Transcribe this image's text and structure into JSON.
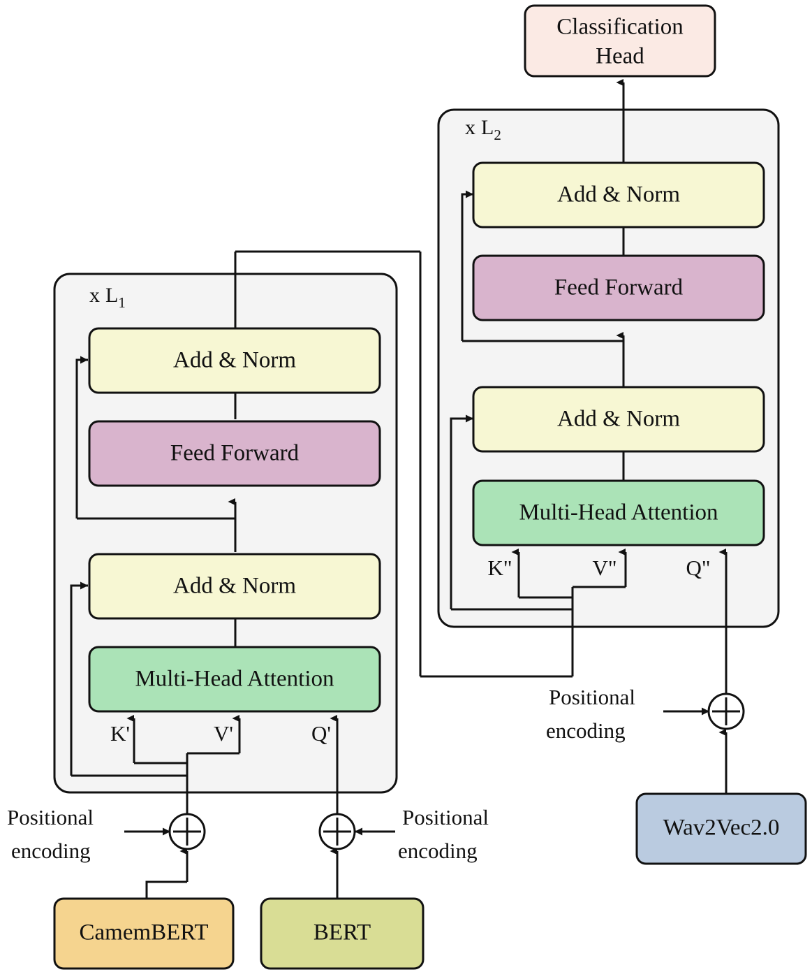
{
  "diagram": {
    "title": "Multimodal transformer architecture",
    "type": "architecture-block-diagram",
    "palette": {
      "add_norm": "#F7F7D3",
      "feed_forward": "#D9B4CD",
      "attention": "#ABE3B7",
      "classification_head": "#FBEAE4",
      "camembert": "#F5D48F",
      "bert": "#D9DD95",
      "wav2vec": "#BACBE0",
      "panel": "#F4F4F4",
      "stroke": "#111111"
    },
    "panels": [
      {
        "id": "L1",
        "label_prefix": "x",
        "label_symbol": "L",
        "label_subscript": "1"
      },
      {
        "id": "L2",
        "label_prefix": "x",
        "label_symbol": "L",
        "label_subscript": "2"
      }
    ],
    "nodes": {
      "classification_head_line1": "Classification",
      "classification_head_line2": "Head",
      "l1_add_norm_top": "Add & Norm",
      "l1_feed_forward": "Feed Forward",
      "l1_add_norm_bottom": "Add & Norm",
      "l1_attention": "Multi-Head Attention",
      "l2_add_norm_top": "Add & Norm",
      "l2_feed_forward": "Feed Forward",
      "l2_add_norm_bottom": "Add & Norm",
      "l2_attention": "Multi-Head Attention",
      "camembert": "CamemBERT",
      "bert": "BERT",
      "wav2vec": "Wav2Vec2.0"
    },
    "qkv_labels": {
      "l1_k": "K'",
      "l1_v": "V'",
      "l1_q": "Q'",
      "l2_k": "K\"",
      "l2_v": "V\"",
      "l2_q": "Q\""
    },
    "positional_encoding": {
      "left": {
        "line1": "Positional",
        "line2": "encoding"
      },
      "middle": {
        "line1": "Positional",
        "line2": "encoding"
      },
      "right": {
        "line1": "Positional",
        "line2": "encoding"
      }
    },
    "operators": {
      "sum_symbol": "plus-circle",
      "count": 3
    }
  }
}
